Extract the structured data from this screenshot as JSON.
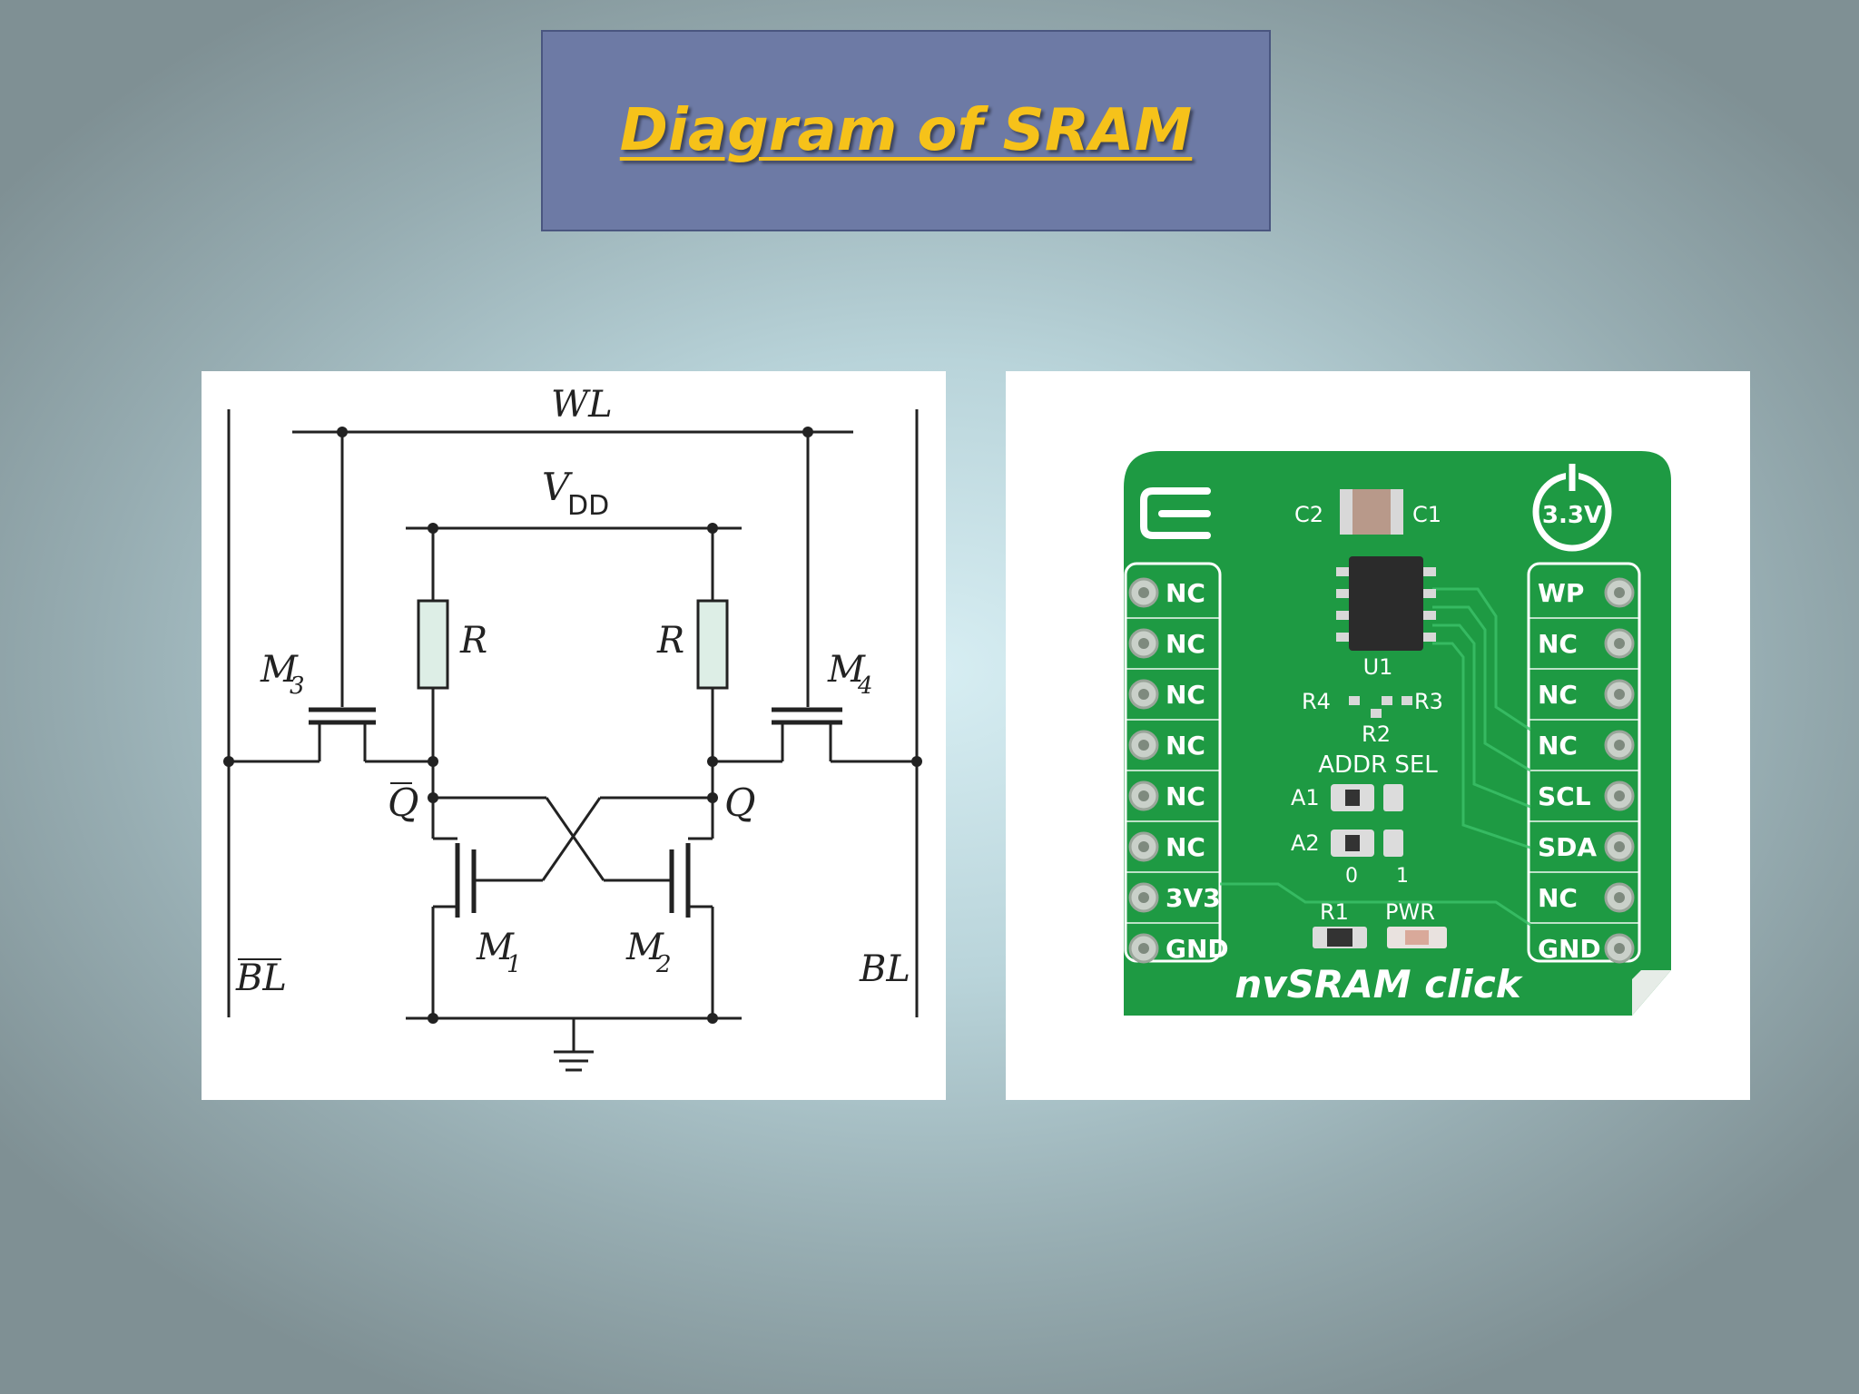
{
  "slide": {
    "title": "Diagram of SRAM"
  },
  "schematic": {
    "word_line": "WL",
    "vdd": "V",
    "vdd_sub": "DD",
    "resistor_label": "R",
    "transistors": [
      {
        "name": "M",
        "sub": "1"
      },
      {
        "name": "M",
        "sub": "2"
      },
      {
        "name": "M",
        "sub": "3"
      },
      {
        "name": "M",
        "sub": "4"
      }
    ],
    "node_q": "Q",
    "node_q_bar": "Q",
    "bitline": "BL",
    "bitline_bar": "BL"
  },
  "board": {
    "name": "nvSRAM click",
    "voltage_badge": "3.3V",
    "left_pins": [
      "NC",
      "NC",
      "NC",
      "NC",
      "NC",
      "NC",
      "3V3",
      "GND"
    ],
    "right_pins": [
      "WP",
      "NC",
      "NC",
      "NC",
      "SCL",
      "SDA",
      "NC",
      "GND"
    ],
    "silkscreen": {
      "c2": "C2",
      "c1": "C1",
      "u1": "U1",
      "r4": "R4",
      "r3": "R3",
      "r2": "R2",
      "r1": "R1",
      "addr_sel": "ADDR SEL",
      "a1": "A1",
      "a2": "A2",
      "sel0": "0",
      "sel1": "1",
      "pwr": "PWR"
    },
    "pcb_color": "#1e9a43"
  }
}
